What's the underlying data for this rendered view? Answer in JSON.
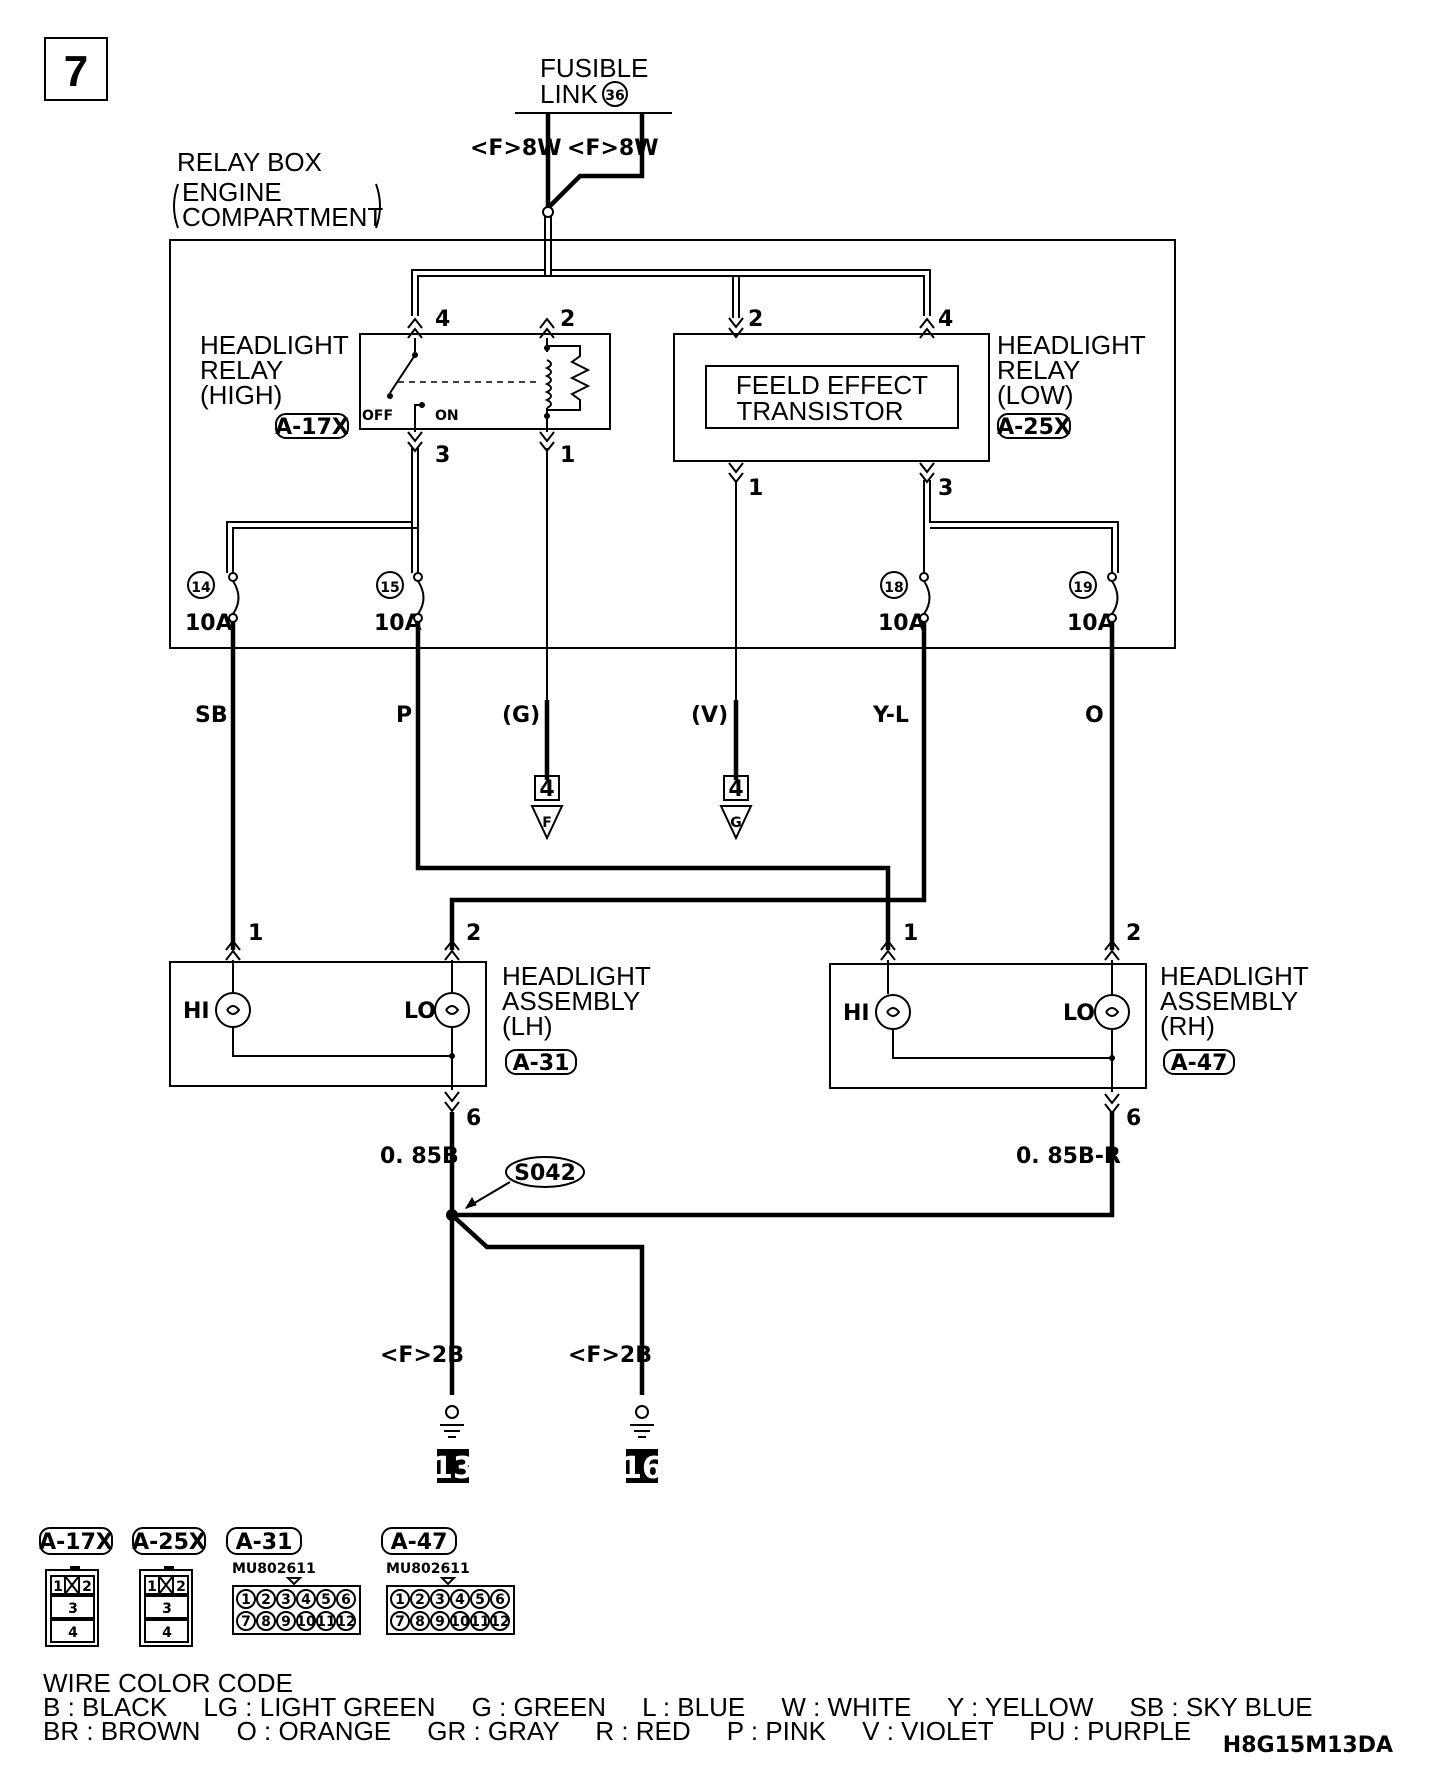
{
  "page_number": "7",
  "fusible_link": {
    "line1": "FUSIBLE",
    "line2": "LINK",
    "number": "36",
    "left_wire": "<F>8W",
    "right_wire": "<F>8W"
  },
  "relay_box": {
    "line1": "RELAY BOX",
    "line2": "ENGINE",
    "line3": "COMPARTMENT"
  },
  "relay_high": {
    "line1": "HEADLIGHT",
    "line2": "RELAY",
    "line3": "(HIGH)",
    "connector": "A-17X",
    "off_label": "OFF",
    "on_label": "ON",
    "pin_top_left": "4",
    "pin_top_right": "2",
    "pin_bottom_left": "3",
    "pin_bottom_right": "1"
  },
  "relay_low": {
    "line1": "HEADLIGHT",
    "line2": "RELAY",
    "line3": "(LOW)",
    "connector": "A-25X",
    "fet_line1": "FEELD EFFECT",
    "fet_line2": "TRANSISTOR",
    "pin_top_left": "2",
    "pin_top_right": "4",
    "pin_bottom_left": "1",
    "pin_bottom_right": "3"
  },
  "fuses": [
    {
      "number": "14",
      "rating": "10A"
    },
    {
      "number": "15",
      "rating": "10A"
    },
    {
      "number": "18",
      "rating": "10A"
    },
    {
      "number": "19",
      "rating": "10A"
    }
  ],
  "wire_colors": {
    "w1": "SB",
    "w2": "P",
    "w3": "(G)",
    "w4": "(V)",
    "w5": "Y-L",
    "w6": "O"
  },
  "connectors_out": [
    {
      "number": "4",
      "letter": "F"
    },
    {
      "number": "4",
      "letter": "G"
    }
  ],
  "headlight_lh": {
    "line1": "HEADLIGHT",
    "line2": "ASSEMBLY",
    "line3": "(LH)",
    "connector": "A-31",
    "hi": "HI",
    "lo": "LO",
    "pin1": "1",
    "pin2": "2",
    "pin6": "6",
    "ground_wire": "0. 85B"
  },
  "headlight_rh": {
    "line1": "HEADLIGHT",
    "line2": "ASSEMBLY",
    "line3": "(RH)",
    "connector": "A-47",
    "hi": "HI",
    "lo": "LO",
    "pin1": "1",
    "pin2": "2",
    "pin6": "6",
    "ground_wire": "0. 85B-R"
  },
  "splice": "S042",
  "grounds": [
    {
      "wire": "<F>2B",
      "number": "13"
    },
    {
      "wire": "<F>2B",
      "number": "16"
    }
  ],
  "connector_views": [
    {
      "id": "A-17X",
      "part": "",
      "cells": [
        "1",
        "2",
        "3",
        "4"
      ]
    },
    {
      "id": "A-25X",
      "part": "",
      "cells": [
        "1",
        "2",
        "3",
        "4"
      ]
    },
    {
      "id": "A-31",
      "part": "MU802611",
      "row1": [
        "1",
        "2",
        "3",
        "4",
        "5",
        "6"
      ],
      "row2": [
        "7",
        "8",
        "9",
        "10",
        "11",
        "12"
      ]
    },
    {
      "id": "A-47",
      "part": "MU802611",
      "row1": [
        "1",
        "2",
        "3",
        "4",
        "5",
        "6"
      ],
      "row2": [
        "7",
        "8",
        "9",
        "10",
        "11",
        "12"
      ]
    }
  ],
  "legend": {
    "title": "WIRE COLOR CODE",
    "line1": "B : BLACK     LG : LIGHT GREEN     G : GREEN     L : BLUE     W : WHITE     Y : YELLOW     SB : SKY BLUE",
    "line2": "BR : BROWN     O : ORANGE     GR : GRAY     R : RED     P : PINK     V : VIOLET     PU : PURPLE"
  },
  "diagram_code": "H8G15M13DA"
}
